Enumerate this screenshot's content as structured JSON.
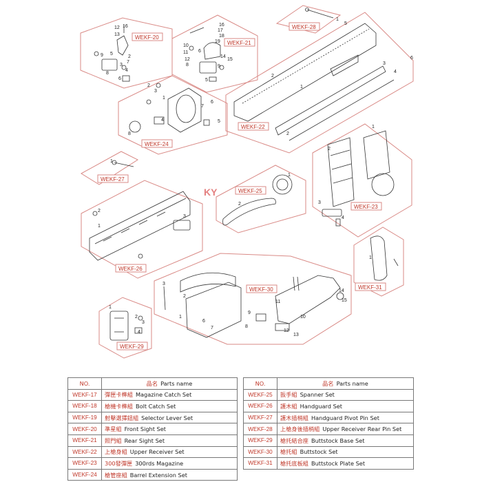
{
  "watermark": "KY",
  "groups": [
    {
      "id": "WEKF-20",
      "numbers": [
        "16",
        "12",
        "13",
        "9",
        "5",
        "2",
        "7",
        "3",
        "4",
        "8",
        "6"
      ]
    },
    {
      "id": "WEKF-21",
      "numbers": [
        "16",
        "17",
        "18",
        "19",
        "10",
        "11",
        "12",
        "14",
        "15",
        "9",
        "6",
        "8",
        "5"
      ]
    },
    {
      "id": "WEKF-28",
      "numbers": [
        "1"
      ]
    },
    {
      "id": "WEKF-22",
      "numbers": [
        "5",
        "1",
        "3",
        "4",
        "2",
        "6",
        "2"
      ]
    },
    {
      "id": "WEKF-24",
      "numbers": [
        "2",
        "3",
        "1",
        "8",
        "4",
        "7",
        "6",
        "5"
      ]
    },
    {
      "id": "WEKF-27",
      "numbers": [
        "1"
      ]
    },
    {
      "id": "WEKF-23",
      "numbers": [
        "1",
        "2",
        "3",
        "4"
      ]
    },
    {
      "id": "WEKF-26",
      "numbers": [
        "2",
        "1",
        "3"
      ]
    },
    {
      "id": "WEKF-25",
      "numbers": [
        "1",
        "2"
      ]
    },
    {
      "id": "WEKF-31",
      "numbers": [
        "1"
      ]
    },
    {
      "id": "WEKF-30",
      "numbers": [
        "3",
        "1",
        "2",
        "6",
        "10",
        "11",
        "9",
        "8",
        "7",
        "12",
        "13",
        "14",
        "15"
      ]
    },
    {
      "id": "WEKF-29",
      "numbers": [
        "1",
        "2",
        "3",
        "4"
      ]
    }
  ],
  "table": {
    "header_no": "NO.",
    "header_zh": "品名",
    "header_en": "Parts name",
    "left_rows": [
      {
        "no": "WEKF-17",
        "zh": "彈匣卡榫組",
        "en": "Magazine Catch Set"
      },
      {
        "no": "WEKF-18",
        "zh": "槍機卡榫組",
        "en": "Bolt Catch Set"
      },
      {
        "no": "WEKF-19",
        "zh": "射擊選擇鈕組",
        "en": "Selector Lever Set"
      },
      {
        "no": "WEKF-20",
        "zh": "準星組",
        "en": "Front Sight Set"
      },
      {
        "no": "WEKF-21",
        "zh": "照門組",
        "en": "Rear Sight Set"
      },
      {
        "no": "WEKF-22",
        "zh": "上槍身組",
        "en": "Upper Receiver Set"
      },
      {
        "no": "WEKF-23",
        "zh": "300發彈匣",
        "en": "300rds Magazine"
      },
      {
        "no": "WEKF-24",
        "zh": "槍管座組",
        "en": "Barrel Extension Set"
      }
    ],
    "right_rows": [
      {
        "no": "WEKF-25",
        "zh": "扳手組",
        "en": "Spanner Set"
      },
      {
        "no": "WEKF-26",
        "zh": "護木組",
        "en": "Handguard Set"
      },
      {
        "no": "WEKF-27",
        "zh": "護木插梢組",
        "en": "Handguard Pivot Pin Set"
      },
      {
        "no": "WEKF-28",
        "zh": "上槍身後插梢組",
        "en": "Upper Receiver Rear Pin Set"
      },
      {
        "no": "WEKF-29",
        "zh": "槍托結合座",
        "en": "Buttstock Base Set"
      },
      {
        "no": "WEKF-30",
        "zh": "槍托組",
        "en": "Buttstock Set"
      },
      {
        "no": "WEKF-31",
        "zh": "槍托底板組",
        "en": "Buttstock Plate Set"
      }
    ]
  }
}
